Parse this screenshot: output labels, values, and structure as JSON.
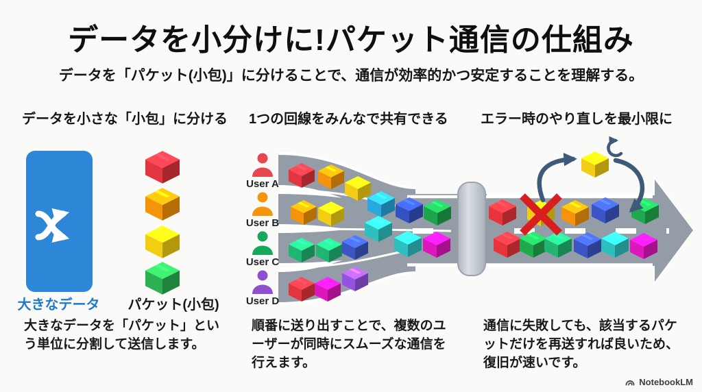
{
  "page": {
    "title": "データを小分けに!パケット通信の仕組み",
    "subtitle": "データを「パケット(小包)」に分けることで、通信が効率的かつ安定することを理解する。",
    "watermark": "NotebookLM"
  },
  "sections": [
    {
      "header": "データを小さな「小包」に分ける",
      "caption": "大きなデータを「パケット」という単位に分割して送信します。"
    },
    {
      "header": "1つの回線をみんなで共有できる",
      "caption": "順番に送り出すことで、複数のユーザーが同時にスムーズな通信を行えます。"
    },
    {
      "header": "エラー時のやり直しを最小限に",
      "caption": "通信に失敗しても、該当するパケットだけを再送すれば良いため、復旧が速いです。"
    }
  ],
  "split_panel": {
    "big_data_label": "大きなデータ",
    "big_data_color": "#2E86D6",
    "big_data_label_color": "#1E79C8",
    "packet_label": "パケット(小包)",
    "packet_colors": [
      "#E2353F",
      "#F5930B",
      "#F2CD13",
      "#2DB052"
    ]
  },
  "share_panel": {
    "pipe_color": "#939CA7",
    "coupler_color": "#C7CCD3",
    "users": [
      {
        "name": "User A",
        "color": "#E8474E",
        "packets": [
          "#E2353F",
          "#F5930B",
          "#F2CD13"
        ]
      },
      {
        "name": "User B",
        "color": "#F5950C",
        "packets": [
          "#F5930B",
          "#F2CD13"
        ]
      },
      {
        "name": "User C",
        "color": "#18A85C",
        "packets": [
          "#21B573",
          "#21B573",
          "#3B56C4"
        ]
      },
      {
        "name": "User D",
        "color": "#8E4FD1",
        "packets": [
          "#E2353F",
          "#DD17BC",
          "#9353E0"
        ]
      }
    ],
    "merged_packets_top": [
      "#29A8DC",
      "#3451C0",
      "#1EA44D"
    ],
    "merged_packets_bottom": [
      "#2EC0BE",
      "#2EC0BE",
      "#DD17BC"
    ]
  },
  "retry_panel": {
    "road_packets_top": [
      "#E8333B",
      "#F2CD13",
      "#F5930B",
      "#3B56C4",
      "#1FA94D"
    ],
    "failed_packet_index": 1,
    "road_packets_bottom": [
      "#E8333B",
      "#1FA94D",
      "#21B573",
      "#3B56C4",
      "#2EC0BE",
      "#DD17BC"
    ],
    "error_mark_color": "#D81F1F",
    "resend_packet_color": "#F2CD13",
    "arrow_color": "#3D5A78"
  }
}
